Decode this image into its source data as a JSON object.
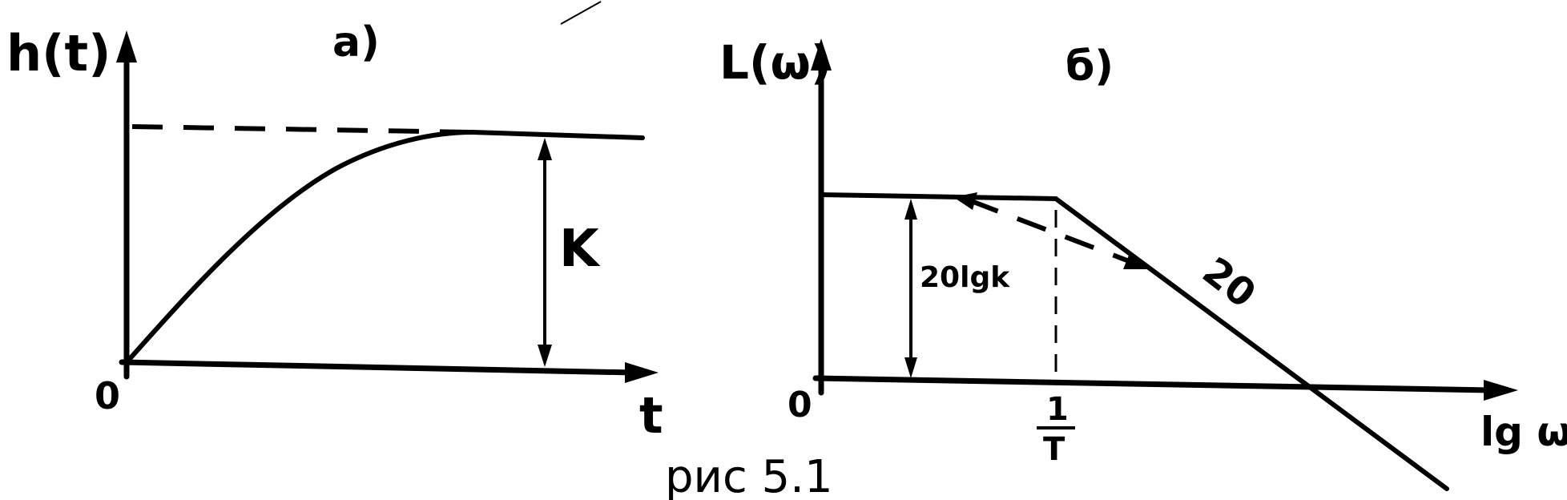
{
  "figure": {
    "caption": "рис 5.1",
    "panel_a": {
      "label": "a)",
      "y_label": "h(t)",
      "x_label": "t",
      "origin_label": "0",
      "gain_label": "K"
    },
    "panel_b": {
      "label": "б)",
      "y_label": "L(ω)",
      "x_label": "lg ω",
      "origin_label": "0",
      "level_label": "20lgk",
      "slope_label": "20",
      "break_num": "1",
      "break_den": "T"
    }
  }
}
